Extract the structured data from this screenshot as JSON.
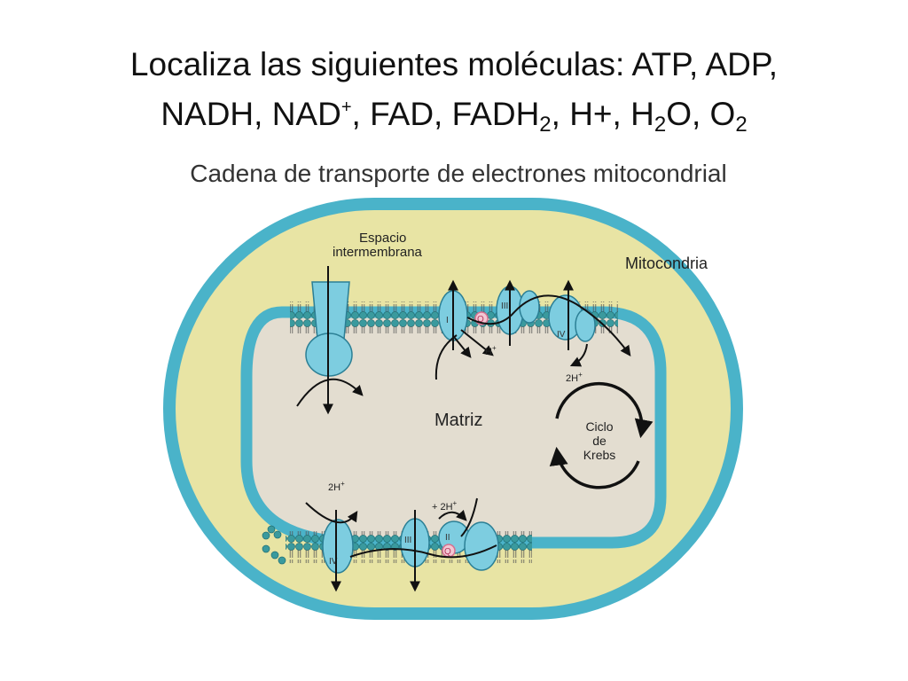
{
  "slide": {
    "title_line1": "Localiza las siguientes moléculas: ATP, ADP,",
    "title_line2": {
      "nadh": "NADH, NAD",
      "plus_sup": "+",
      "fad": ", FAD, FADH",
      "sub_2": "2",
      "h": ", H+, H",
      "o_sep": "O, O"
    }
  },
  "diagram": {
    "heading": "Cadena de transporte de electrones mitocondrial",
    "labels": {
      "espacio": "Espacio",
      "intermembrana": "intermembrana",
      "mitocondria": "Mitocondria",
      "matriz": "Matriz",
      "ciclo": "Ciclo",
      "de": "de",
      "krebs": "Krebs",
      "h_plus_top": "H",
      "two_h_plus_top": "2H",
      "two_h_plus_bottom_left": "2H",
      "two_h_plus_bottom_mid": "+ 2H",
      "plus": "+"
    },
    "complexes": {
      "i": "I",
      "ii": "II",
      "iii": "III",
      "iv": "IV",
      "q": "Q"
    },
    "colors": {
      "outer_membrane": "#4ab3c9",
      "intermembrane_space": "#e8e4a4",
      "matrix": "#e3ddd0",
      "protein": "#7dcde0",
      "lipid_head": "#3a9a9e",
      "quinone": "#d66f8f"
    }
  }
}
